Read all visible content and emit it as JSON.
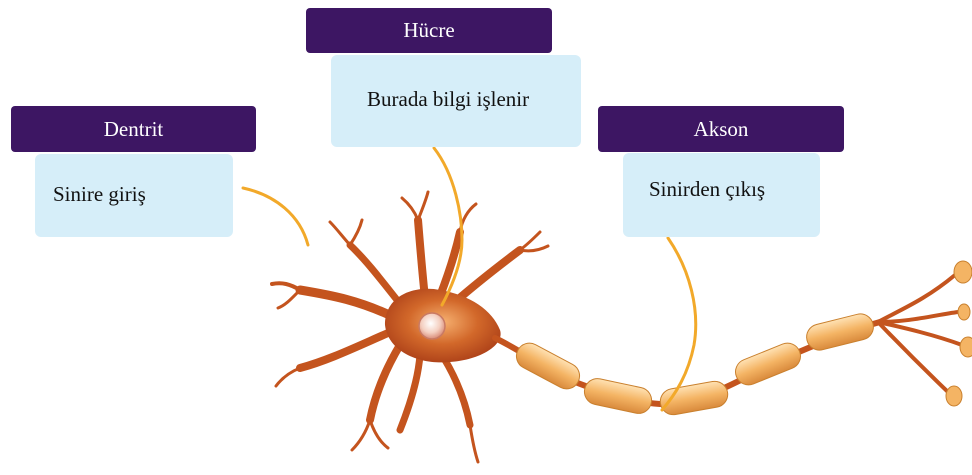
{
  "labels": {
    "dendrite": {
      "title": "Dentrit",
      "description": "Sinire giriş"
    },
    "cell": {
      "title": "Hücre",
      "description": "Burada bilgi işlenir"
    },
    "axon": {
      "title": "Akson",
      "description": "Sinirden çıkış"
    }
  },
  "colors": {
    "tab": "#3d1663",
    "box": "#d6eef9",
    "leader_line": "#f2a92a",
    "neuron_body": "#c4541e",
    "myelin": "#f4b96a"
  },
  "icons": [
    "neuron-illustration"
  ]
}
